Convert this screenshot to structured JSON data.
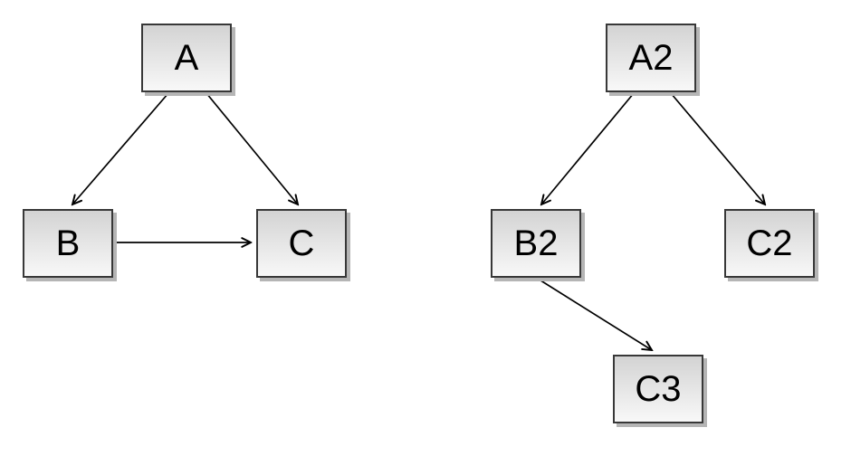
{
  "graphs": [
    {
      "name": "left-graph",
      "nodes": [
        {
          "id": "A",
          "label": "A"
        },
        {
          "id": "B",
          "label": "B"
        },
        {
          "id": "C",
          "label": "C"
        }
      ],
      "edges": [
        {
          "from": "A",
          "to": "B"
        },
        {
          "from": "A",
          "to": "C"
        },
        {
          "from": "B",
          "to": "C"
        }
      ]
    },
    {
      "name": "right-graph",
      "nodes": [
        {
          "id": "A2",
          "label": "A2"
        },
        {
          "id": "B2",
          "label": "B2"
        },
        {
          "id": "C2",
          "label": "C2"
        },
        {
          "id": "C3",
          "label": "C3"
        }
      ],
      "edges": [
        {
          "from": "A2",
          "to": "B2"
        },
        {
          "from": "A2",
          "to": "C2"
        },
        {
          "from": "B2",
          "to": "C3"
        }
      ]
    }
  ],
  "colors": {
    "background": "#ffffff",
    "node_border": "#383838",
    "node_fill_top": "#d3d3d3",
    "node_fill_bottom": "#f8f8f8",
    "node_shadow": "#b5b5b5",
    "node_text": "#000000",
    "edge": "#000000"
  }
}
